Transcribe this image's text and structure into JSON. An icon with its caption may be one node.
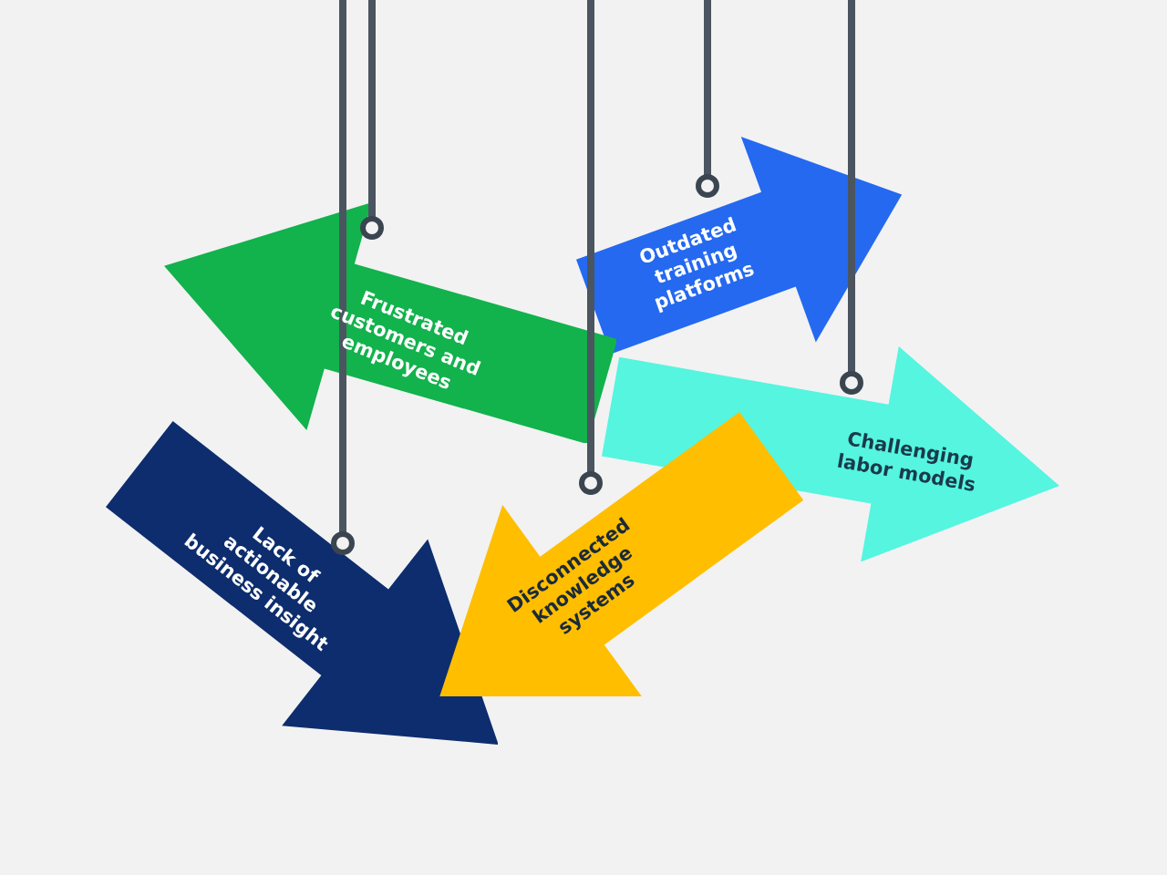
{
  "diagram": {
    "nodes": [
      {
        "text": [
          "Frustrated customers and employees"
        ]
      },
      {
        "text": [
          "Outdated training platforms"
        ]
      },
      {
        "text": [
          "Challenging labor models"
        ]
      },
      {
        "text": [
          "Lack of actionable business insight"
        ]
      },
      {
        "text": [
          "Disconnected knowledge systems"
        ]
      }
    ]
  }
}
